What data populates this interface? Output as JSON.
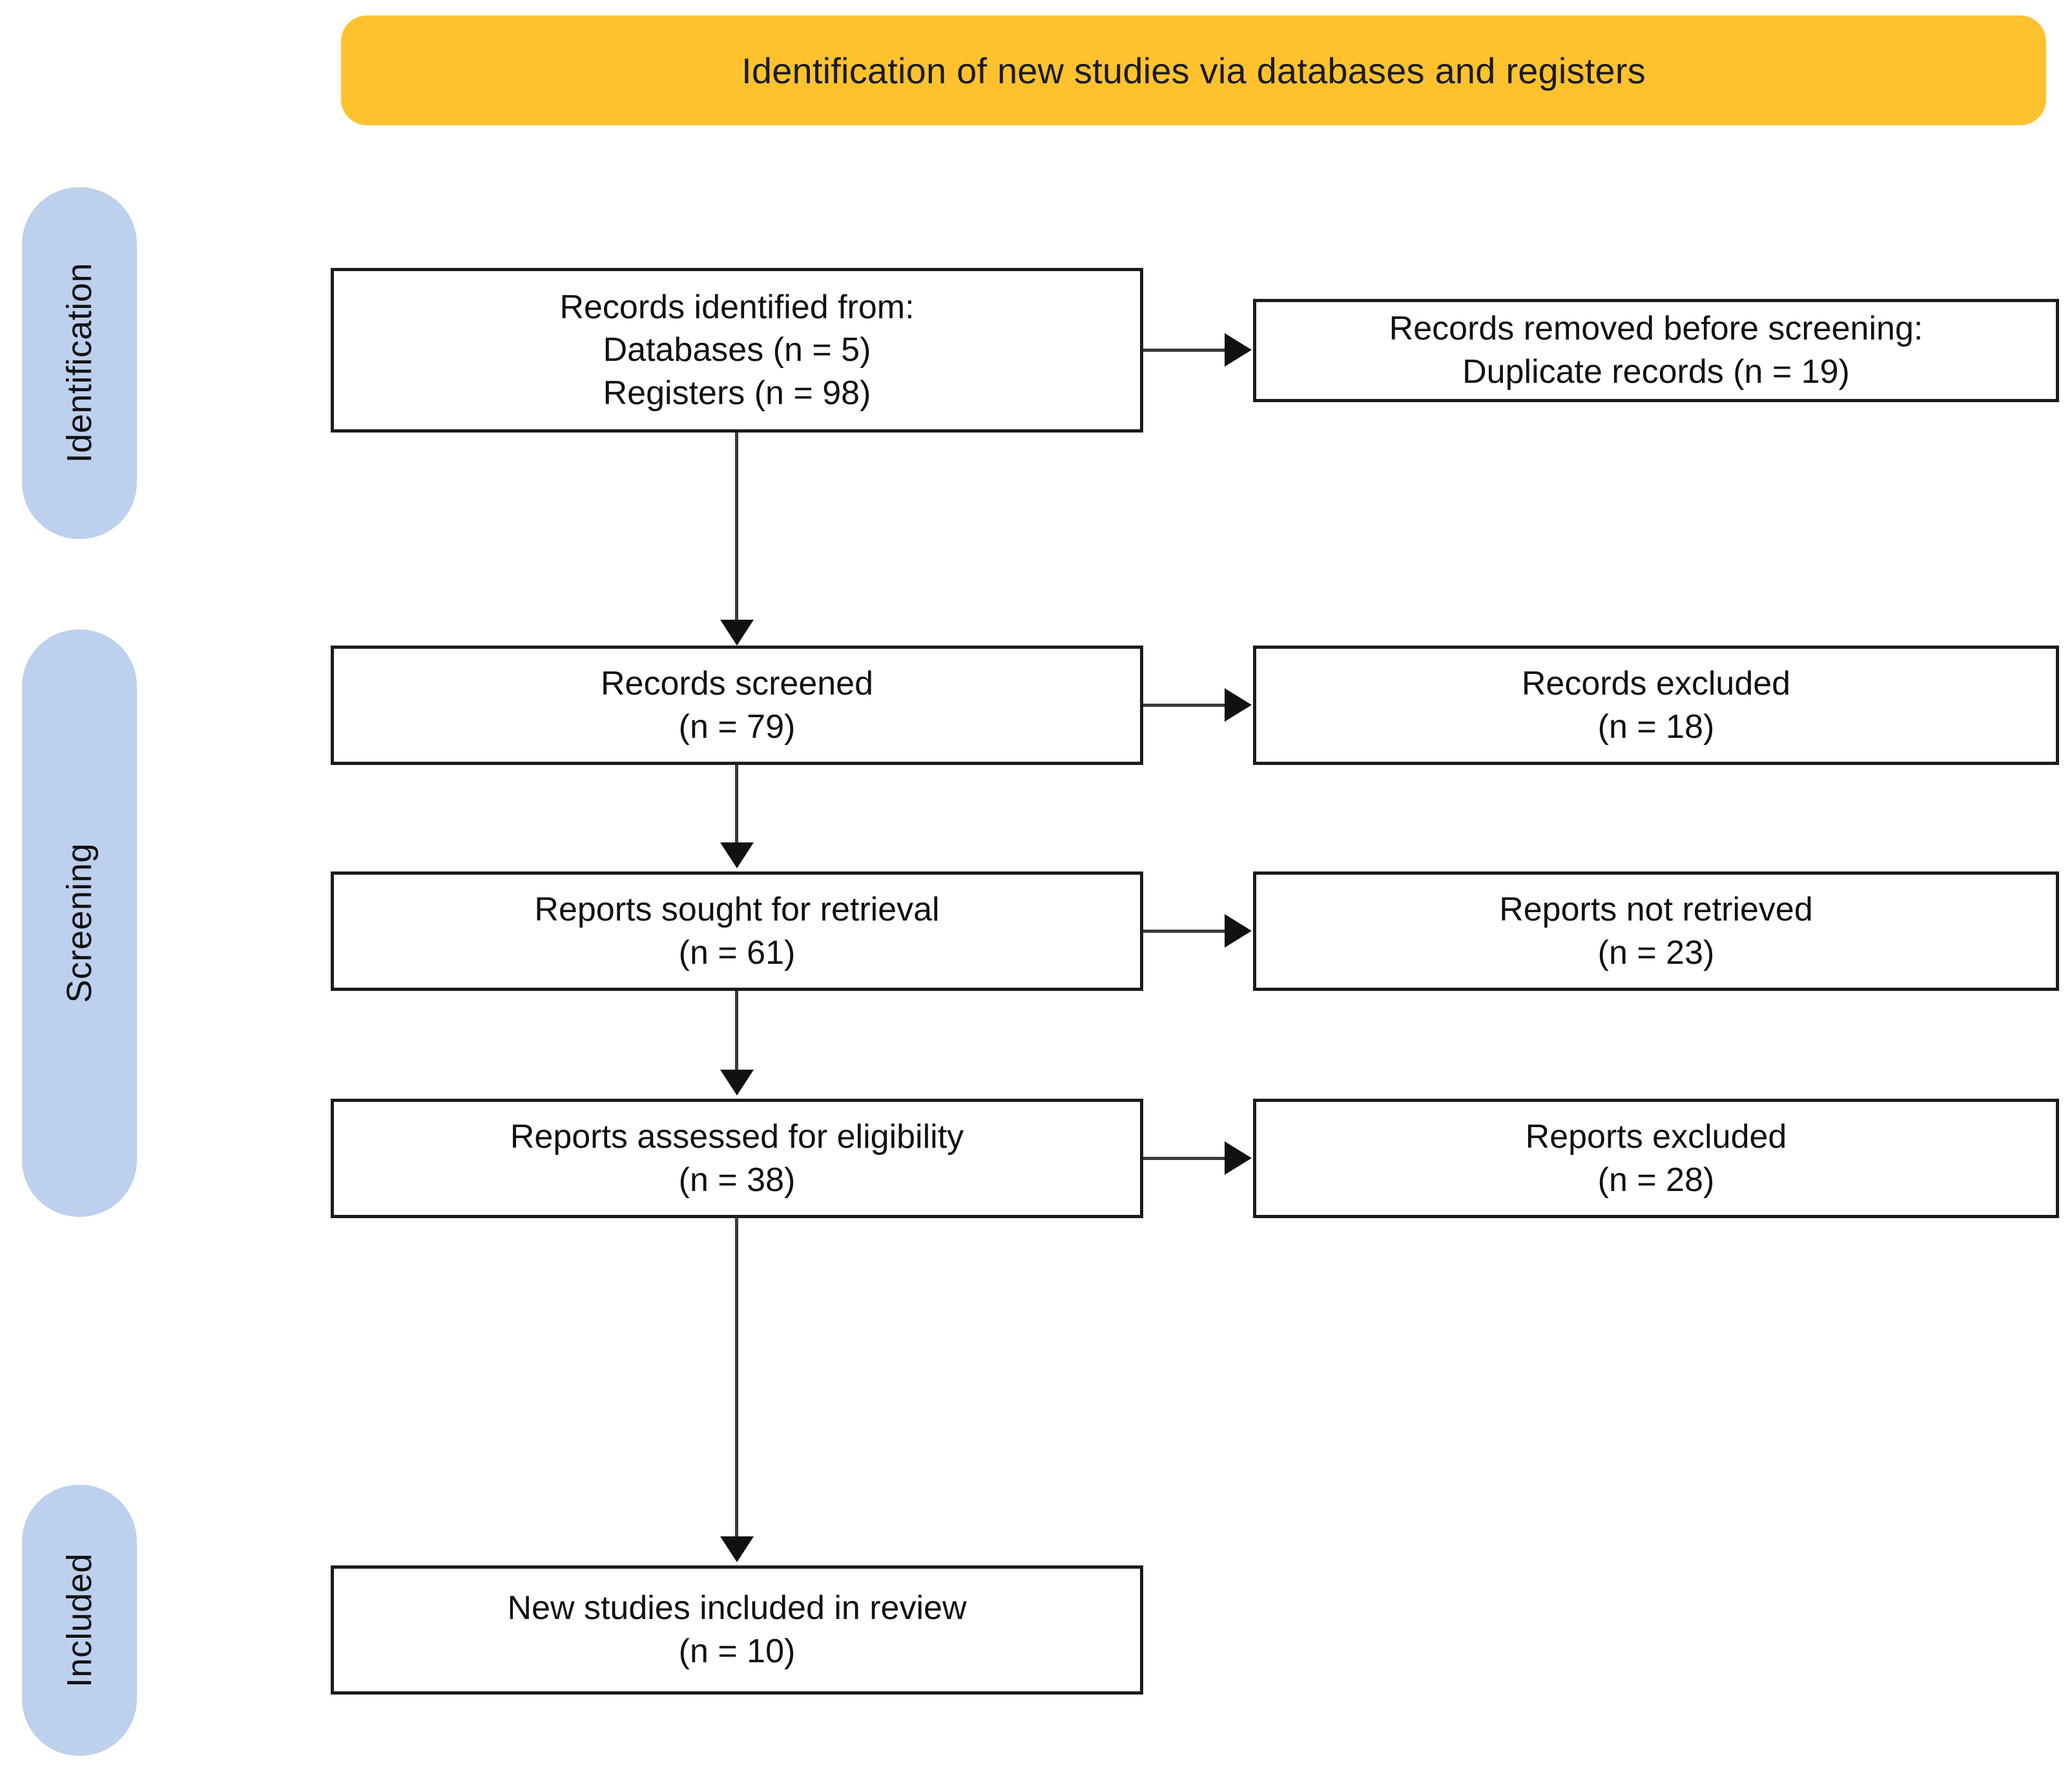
{
  "banner": {
    "title": "Identification of new studies via databases and registers",
    "color": "#FFC22E"
  },
  "stages": {
    "color": "#BDD0EE",
    "identification": "Identification",
    "screening": "Screening",
    "included": "Included"
  },
  "boxes": {
    "identified": {
      "line1": "Records identified from:",
      "line2": "Databases (n = 5)",
      "line3": "Registers (n = 98)"
    },
    "removed": {
      "line1": "Records removed before screening:",
      "line2": "Duplicate records (n = 19)"
    },
    "screened": {
      "line1": "Records screened",
      "line2": "(n = 79)"
    },
    "excluded_records": {
      "line1": "Records excluded",
      "line2": "(n = 18)"
    },
    "sought": {
      "line1": "Reports sought for retrieval",
      "line2": "(n = 61)"
    },
    "not_retrieved": {
      "line1": "Reports not retrieved",
      "line2": "(n = 23)"
    },
    "assessed": {
      "line1": "Reports assessed for eligibility",
      "line2": "(n = 38)"
    },
    "excluded_reports": {
      "line1": "Reports excluded",
      "line2": "(n = 28)"
    },
    "included": {
      "line1": "New studies included in review",
      "line2": "(n = 10)"
    }
  },
  "chart_data": {
    "type": "flowchart",
    "title": "Identification of new studies via databases and registers",
    "stages": [
      "Identification",
      "Screening",
      "Included"
    ],
    "nodes": [
      {
        "id": "identified",
        "stage": "Identification",
        "label": "Records identified from:",
        "counts": {
          "Databases": 5,
          "Registers": 98
        }
      },
      {
        "id": "removed",
        "stage": "Identification",
        "label": "Records removed before screening:",
        "counts": {
          "Duplicate records": 19
        }
      },
      {
        "id": "screened",
        "stage": "Screening",
        "label": "Records screened",
        "n": 79
      },
      {
        "id": "excluded_records",
        "stage": "Screening",
        "label": "Records excluded",
        "n": 18
      },
      {
        "id": "sought",
        "stage": "Screening",
        "label": "Reports sought for retrieval",
        "n": 61
      },
      {
        "id": "not_retrieved",
        "stage": "Screening",
        "label": "Reports not retrieved",
        "n": 23
      },
      {
        "id": "assessed",
        "stage": "Screening",
        "label": "Reports assessed for eligibility",
        "n": 38
      },
      {
        "id": "excluded_reports",
        "stage": "Screening",
        "label": "Reports excluded",
        "n": 28
      },
      {
        "id": "included",
        "stage": "Included",
        "label": "New studies included in review",
        "n": 10
      }
    ],
    "edges": [
      {
        "from": "identified",
        "to": "removed",
        "direction": "right"
      },
      {
        "from": "identified",
        "to": "screened",
        "direction": "down"
      },
      {
        "from": "screened",
        "to": "excluded_records",
        "direction": "right"
      },
      {
        "from": "screened",
        "to": "sought",
        "direction": "down"
      },
      {
        "from": "sought",
        "to": "not_retrieved",
        "direction": "right"
      },
      {
        "from": "sought",
        "to": "assessed",
        "direction": "down"
      },
      {
        "from": "assessed",
        "to": "excluded_reports",
        "direction": "right"
      },
      {
        "from": "assessed",
        "to": "included",
        "direction": "down"
      }
    ]
  }
}
